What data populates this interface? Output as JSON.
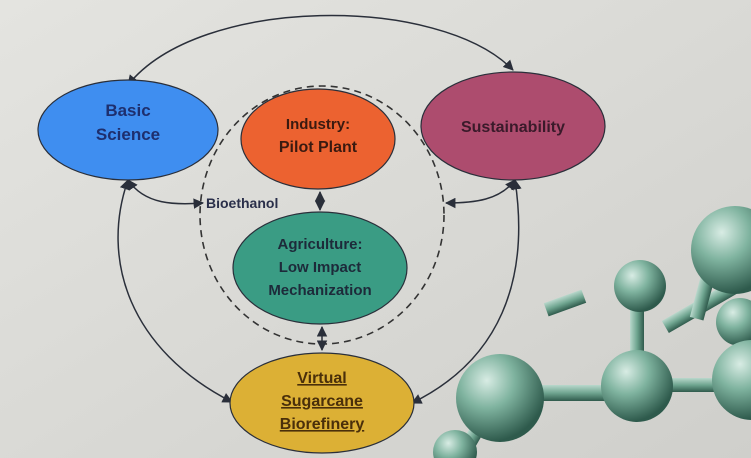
{
  "diagram": {
    "nodes": {
      "basic_science": {
        "lines": [
          "Basic",
          "Science"
        ],
        "fill": "#3f8ef0",
        "text_color": "#1e2f6e"
      },
      "industry": {
        "lines": [
          "Industry:",
          "Pilot Plant"
        ],
        "fill": "#ec6230",
        "text_color": "#3a1a10"
      },
      "sustainability": {
        "lines": [
          "Sustainability"
        ],
        "fill": "#ad4c6e",
        "text_color": "#3a1a2a"
      },
      "agriculture": {
        "lines": [
          "Agriculture:",
          "Low Impact",
          "Mechanization"
        ],
        "fill": "#3a9c84",
        "text_color": "#1d2a3a"
      },
      "biorefinery": {
        "lines": [
          "Virtual",
          "Sugarcane",
          "Biorefinery"
        ],
        "fill": "#dcb035",
        "text_color": "#4a2f0a",
        "underlined": true
      }
    },
    "cluster_label": "Bioethanol",
    "colors": {
      "background": "#d9d9d6",
      "arrow": "#2a2f3a",
      "dashed_boundary": "#333333",
      "molecule": "#6fa590"
    }
  }
}
